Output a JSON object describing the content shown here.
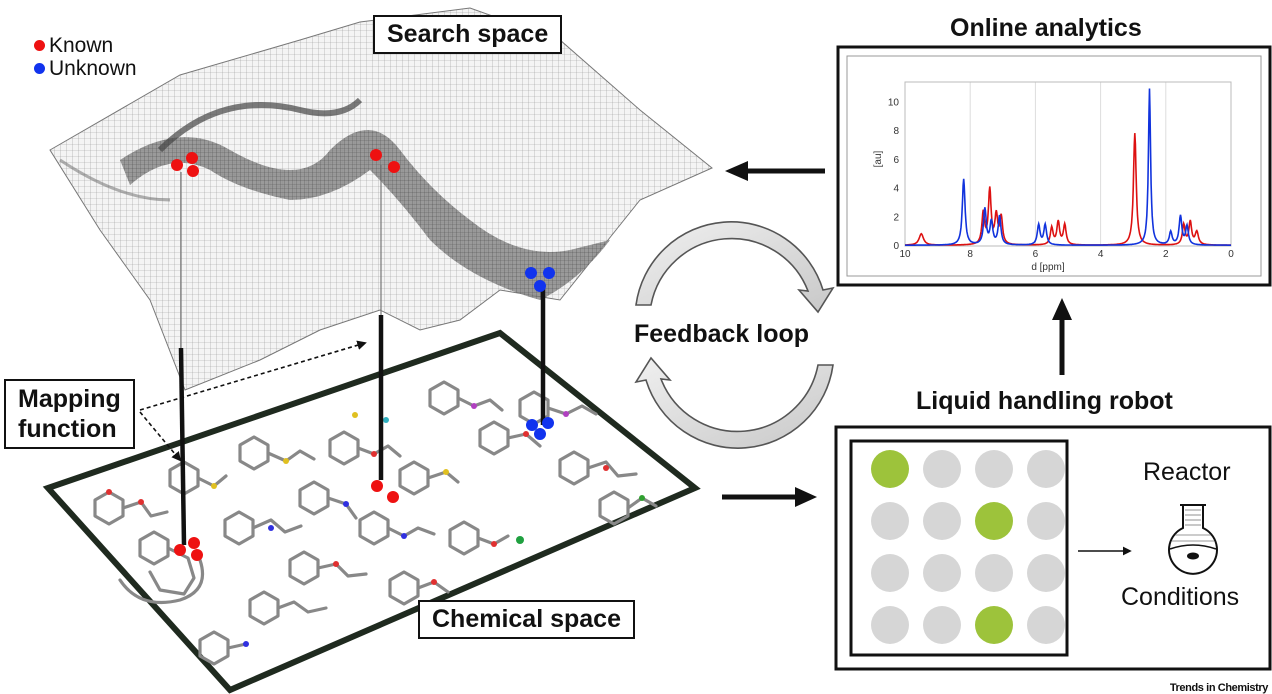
{
  "legend": {
    "known": {
      "label": "Known",
      "color": "#ee1111"
    },
    "unknown": {
      "label": "Unknown",
      "color": "#1133ee"
    }
  },
  "labels": {
    "search_space": "Search space",
    "chemical_space": "Chemical space",
    "mapping_function": "Mapping\nfunction",
    "feedback_loop": "Feedback loop",
    "online_analytics": "Online analytics",
    "liquid_handling_robot": "Liquid handling robot",
    "reactor": "Reactor",
    "conditions": "Conditions",
    "footer": "Trends in Chemistry"
  },
  "plate": {
    "rows": 4,
    "cols": 4,
    "active_color": "#9dc33b",
    "inactive_color": "#d6d6d6",
    "active": [
      [
        0,
        0
      ],
      [
        1,
        2
      ],
      [
        3,
        2
      ]
    ]
  },
  "spectrum": {
    "ylabel": "[au]",
    "xlabel": "d [ppm]",
    "xticks": [
      "10",
      "8",
      "6",
      "4",
      "2",
      "0"
    ],
    "yticks": [
      "0",
      "2",
      "4",
      "6",
      "8",
      "10"
    ],
    "xlim": [
      10,
      0
    ],
    "ylim": [
      0,
      11
    ],
    "series": [
      {
        "color": "#dd1111",
        "peaks": [
          [
            9.5,
            0.8,
            0.08
          ],
          [
            7.6,
            2.2,
            0.05
          ],
          [
            7.4,
            3.8,
            0.05
          ],
          [
            7.2,
            2.0,
            0.05
          ],
          [
            7.05,
            1.9,
            0.05
          ],
          [
            5.5,
            1.2,
            0.05
          ],
          [
            5.3,
            1.6,
            0.05
          ],
          [
            5.1,
            1.4,
            0.05
          ],
          [
            2.95,
            7.8,
            0.05
          ],
          [
            1.45,
            1.4,
            0.05
          ],
          [
            1.25,
            1.6,
            0.05
          ],
          [
            1.05,
            0.9,
            0.06
          ]
        ]
      },
      {
        "color": "#1133dd",
        "peaks": [
          [
            8.2,
            4.6,
            0.05
          ],
          [
            7.55,
            2.5,
            0.05
          ],
          [
            7.35,
            1.6,
            0.05
          ],
          [
            7.1,
            2.0,
            0.05
          ],
          [
            5.9,
            1.4,
            0.05
          ],
          [
            5.7,
            1.4,
            0.05
          ],
          [
            2.5,
            10.9,
            0.04
          ],
          [
            1.85,
            0.9,
            0.05
          ],
          [
            1.55,
            2.0,
            0.05
          ],
          [
            1.35,
            1.3,
            0.05
          ]
        ]
      }
    ]
  }
}
